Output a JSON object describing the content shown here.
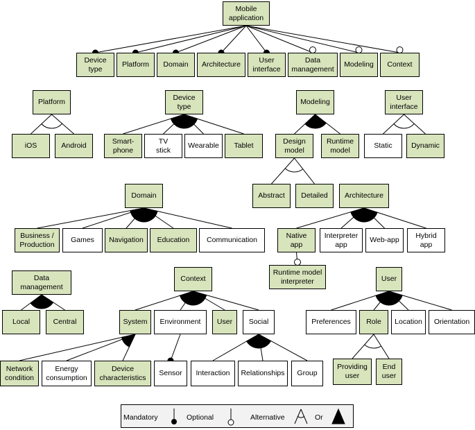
{
  "colors": {
    "selected": "#d8e4bc",
    "unselected": "#ffffff",
    "line": "#000000",
    "legend_bg": "#f2f2f2"
  },
  "nodes": {
    "mobile_app": "Mobile\napplication",
    "device_type": "Device\ntype",
    "platform": "Platform",
    "domain": "Domain",
    "architecture": "Architecture",
    "user_interface": "User\ninterface",
    "data_management": "Data\nmanagement",
    "modeling": "Modeling",
    "context": "Context",
    "platform2": "Platform",
    "ios": "iOS",
    "android": "Android",
    "device_type2": "Device\ntype",
    "smartphone": "Smart-\nphone",
    "tv_stick": "TV\nstick",
    "wearable": "Wearable",
    "tablet": "Tablet",
    "modeling2": "Modeling",
    "design_model": "Design\nmodel",
    "runtime_model": "Runtime\nmodel",
    "user_interface2": "User\ninterface",
    "static": "Static",
    "dynamic": "Dynamic",
    "abstract": "Abstract",
    "detailed": "Detailed",
    "domain2": "Domain",
    "business": "Business /\nProduction",
    "games": "Games",
    "navigation": "Navigation",
    "education": "Education",
    "communication": "Communication",
    "architecture2": "Architecture",
    "native_app": "Native\napp",
    "interpreter_app": "Interpreter\napp",
    "web_app": "Web-app",
    "hybrid_app": "Hybrid\napp",
    "runtime_interpreter": "Runtime model\ninterpreter",
    "data_management2": "Data\nmanagement",
    "local": "Local",
    "central": "Central",
    "context2": "Context",
    "system": "System",
    "environment": "Environment",
    "user_ctx": "User",
    "social": "Social",
    "network_condition": "Network\ncondition",
    "energy_consumption": "Energy\nconsumption",
    "device_characteristics": "Device\ncharacteristics",
    "sensor": "Sensor",
    "interaction": "Interaction",
    "relationships": "Relationships",
    "group": "Group",
    "user2": "User",
    "preferences": "Preferences",
    "role": "Role",
    "location": "Location",
    "orientation": "Orientation",
    "providing_user": "Providing\nuser",
    "end_user": "End\nuser"
  },
  "legend": {
    "mandatory": "Mandatory",
    "optional": "Optional",
    "alternative": "Alternative",
    "or": "Or"
  }
}
